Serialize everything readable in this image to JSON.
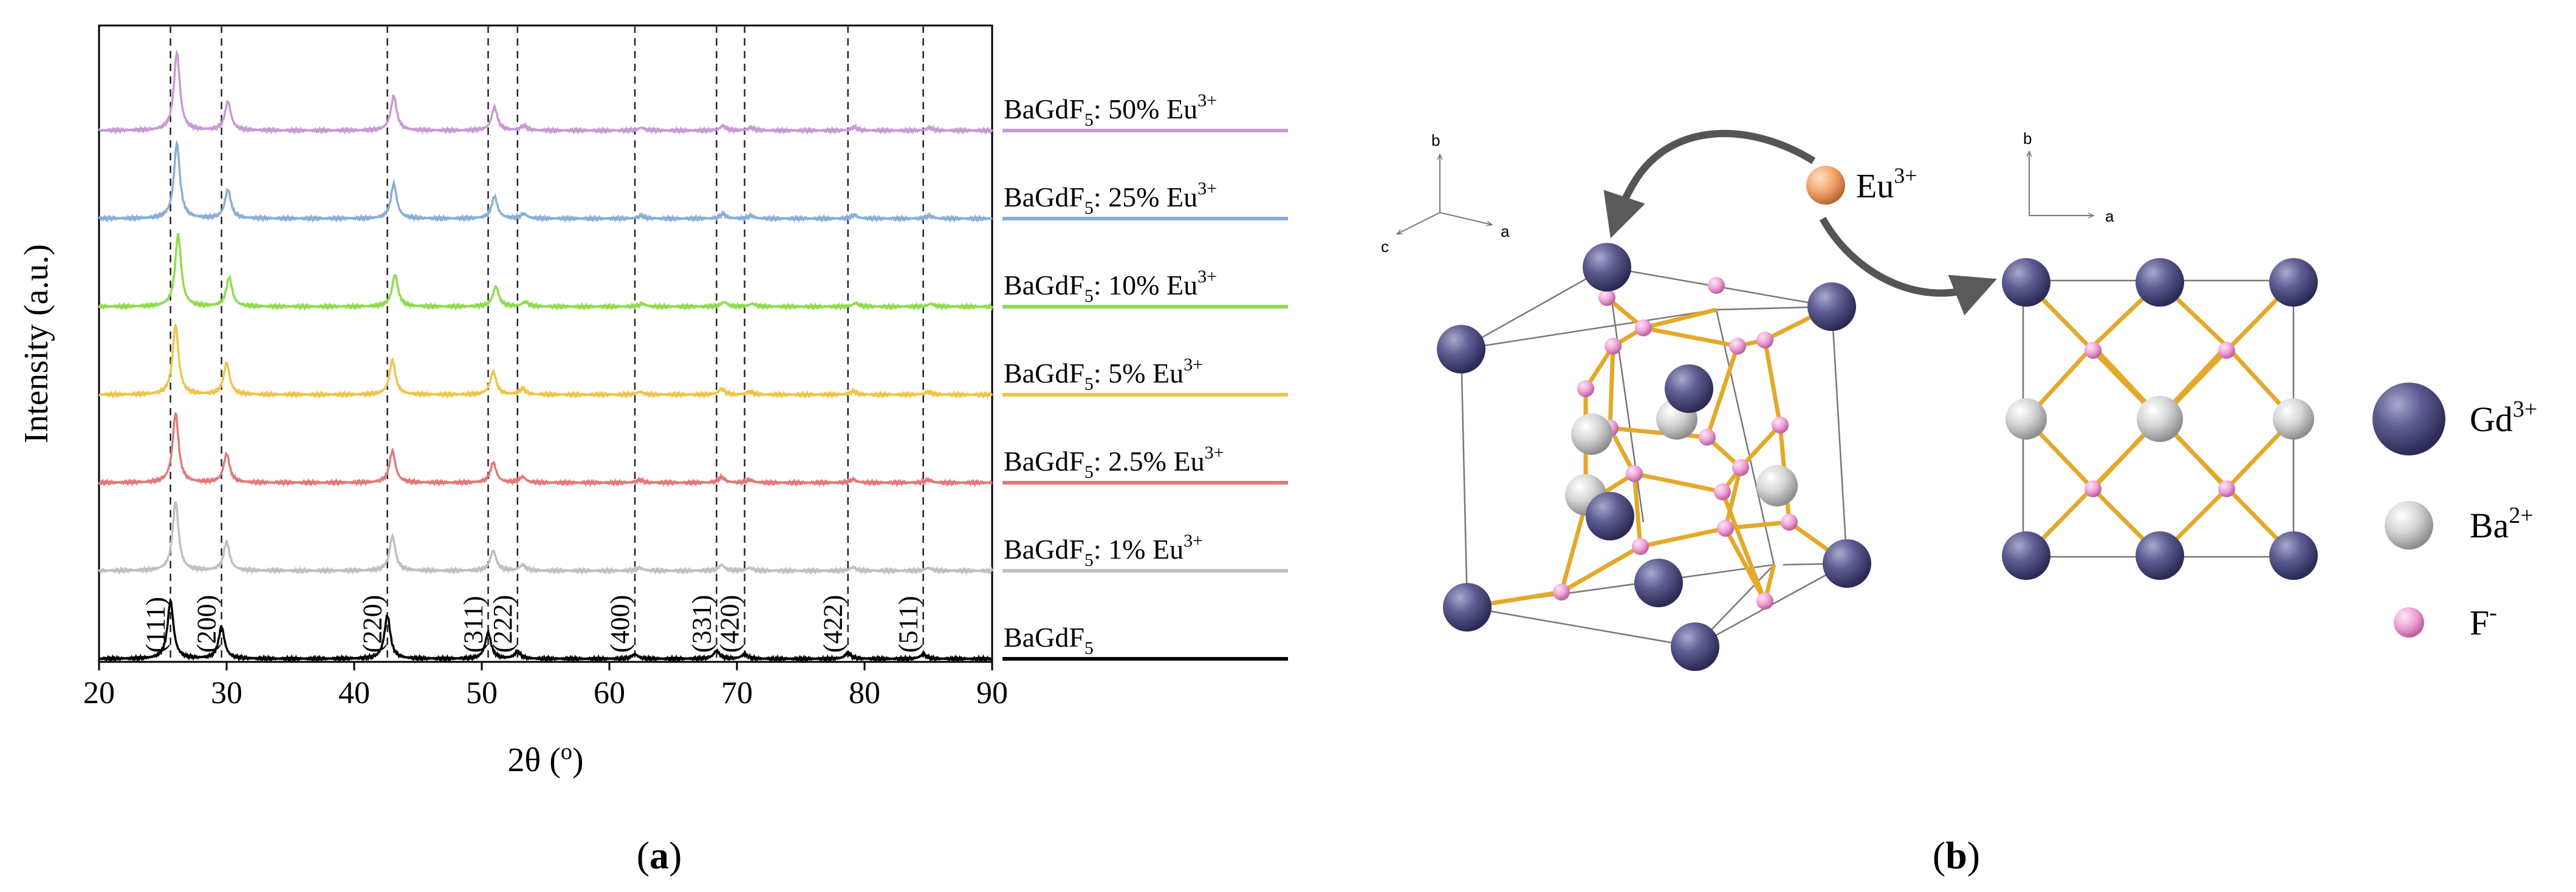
{
  "panel_labels": {
    "a": "(a)",
    "b": "(b)"
  },
  "chart_data": {
    "type": "line",
    "title": "",
    "xlabel": "2θ (o)",
    "ylabel": "Intensity (a.u.)",
    "xlim": [
      20,
      90
    ],
    "xticks": [
      20,
      30,
      40,
      50,
      60,
      70,
      80,
      90
    ],
    "yticks": [],
    "grid": false,
    "legend_position": "right",
    "reference_lines": [
      25.6,
      29.6,
      42.6,
      50.5,
      52.8,
      62.0,
      68.4,
      70.6,
      78.7,
      84.6
    ],
    "peak_labels": [
      {
        "label": "(111)",
        "x": 25.6
      },
      {
        "label": "(200)",
        "x": 29.6
      },
      {
        "label": "(220)",
        "x": 42.6
      },
      {
        "label": "(311)",
        "x": 50.5
      },
      {
        "label": "(222)",
        "x": 52.8
      },
      {
        "label": "(400)",
        "x": 62.0
      },
      {
        "label": "(331)",
        "x": 68.4
      },
      {
        "label": "(420)",
        "x": 70.6
      },
      {
        "label": "(422)",
        "x": 78.7
      },
      {
        "label": "(511)",
        "x": 84.6
      }
    ],
    "series": [
      {
        "name_main": "BaGdF",
        "name_sub": "5",
        "name_tail": "",
        "name_sup": "",
        "color": "#000000",
        "offset": 0,
        "shift": 0,
        "peaks": [
          {
            "x": 25.6,
            "h": 1.0
          },
          {
            "x": 29.6,
            "h": 0.55
          },
          {
            "x": 42.6,
            "h": 0.75
          },
          {
            "x": 50.5,
            "h": 0.45
          },
          {
            "x": 52.8,
            "h": 0.12
          },
          {
            "x": 62.0,
            "h": 0.08
          },
          {
            "x": 68.4,
            "h": 0.14
          },
          {
            "x": 70.6,
            "h": 0.08
          },
          {
            "x": 78.7,
            "h": 0.1
          },
          {
            "x": 84.6,
            "h": 0.08
          }
        ]
      },
      {
        "name_main": "BaGdF",
        "name_sub": "5",
        "name_tail": ": 1% Eu",
        "name_sup": "3+",
        "color": "#c0c0c0",
        "offset": 1,
        "shift": 0.4,
        "peaks": [
          {
            "x": 25.6,
            "h": 1.2
          },
          {
            "x": 29.6,
            "h": 0.5
          },
          {
            "x": 42.6,
            "h": 0.6
          },
          {
            "x": 50.5,
            "h": 0.35
          },
          {
            "x": 52.8,
            "h": 0.1
          },
          {
            "x": 62.0,
            "h": 0.05
          },
          {
            "x": 68.4,
            "h": 0.1
          },
          {
            "x": 70.6,
            "h": 0.05
          },
          {
            "x": 78.7,
            "h": 0.06
          },
          {
            "x": 84.6,
            "h": 0.05
          }
        ]
      },
      {
        "name_main": "BaGdF",
        "name_sub": "5",
        "name_tail": ": 2.5% Eu",
        "name_sup": "3+",
        "color": "#e07a7a",
        "offset": 2,
        "shift": 0.4,
        "peaks": [
          {
            "x": 25.6,
            "h": 1.2
          },
          {
            "x": 29.6,
            "h": 0.5
          },
          {
            "x": 42.6,
            "h": 0.55
          },
          {
            "x": 50.5,
            "h": 0.35
          },
          {
            "x": 52.8,
            "h": 0.1
          },
          {
            "x": 62.0,
            "h": 0.05
          },
          {
            "x": 68.4,
            "h": 0.1
          },
          {
            "x": 70.6,
            "h": 0.05
          },
          {
            "x": 78.7,
            "h": 0.06
          },
          {
            "x": 84.6,
            "h": 0.05
          }
        ]
      },
      {
        "name_main": "BaGdF",
        "name_sub": "5",
        "name_tail": ": 5% Eu",
        "name_sup": "3+",
        "color": "#efc44a",
        "offset": 3,
        "shift": 0.4,
        "peaks": [
          {
            "x": 25.6,
            "h": 1.2
          },
          {
            "x": 29.6,
            "h": 0.55
          },
          {
            "x": 42.6,
            "h": 0.6
          },
          {
            "x": 50.5,
            "h": 0.4
          },
          {
            "x": 52.8,
            "h": 0.1
          },
          {
            "x": 62.0,
            "h": 0.05
          },
          {
            "x": 68.4,
            "h": 0.1
          },
          {
            "x": 70.6,
            "h": 0.05
          },
          {
            "x": 78.7,
            "h": 0.06
          },
          {
            "x": 84.6,
            "h": 0.05
          }
        ]
      },
      {
        "name_main": "BaGdF",
        "name_sub": "5",
        "name_tail": ": 10% Eu",
        "name_sup": "3+",
        "color": "#8fdc4f",
        "offset": 4,
        "shift": 0.6,
        "peaks": [
          {
            "x": 25.6,
            "h": 1.25
          },
          {
            "x": 29.6,
            "h": 0.5
          },
          {
            "x": 42.6,
            "h": 0.55
          },
          {
            "x": 50.5,
            "h": 0.35
          },
          {
            "x": 52.8,
            "h": 0.08
          },
          {
            "x": 62.0,
            "h": 0.05
          },
          {
            "x": 68.4,
            "h": 0.08
          },
          {
            "x": 70.6,
            "h": 0.05
          },
          {
            "x": 78.7,
            "h": 0.06
          },
          {
            "x": 84.6,
            "h": 0.05
          }
        ]
      },
      {
        "name_main": "BaGdF",
        "name_sub": "5",
        "name_tail": ": 25% Eu",
        "name_sup": "3+",
        "color": "#8aaed6",
        "offset": 5,
        "shift": 0.5,
        "peaks": [
          {
            "x": 25.6,
            "h": 1.3
          },
          {
            "x": 29.6,
            "h": 0.5
          },
          {
            "x": 42.6,
            "h": 0.6
          },
          {
            "x": 50.5,
            "h": 0.38
          },
          {
            "x": 52.8,
            "h": 0.08
          },
          {
            "x": 62.0,
            "h": 0.05
          },
          {
            "x": 68.4,
            "h": 0.08
          },
          {
            "x": 70.6,
            "h": 0.05
          },
          {
            "x": 78.7,
            "h": 0.06
          },
          {
            "x": 84.6,
            "h": 0.05
          }
        ]
      },
      {
        "name_main": "BaGdF",
        "name_sub": "5",
        "name_tail": ": 50% Eu",
        "name_sup": "3+",
        "color": "#c79ad6",
        "offset": 6,
        "shift": 0.5,
        "peaks": [
          {
            "x": 25.6,
            "h": 1.35
          },
          {
            "x": 29.6,
            "h": 0.5
          },
          {
            "x": 42.6,
            "h": 0.6
          },
          {
            "x": 50.5,
            "h": 0.4
          },
          {
            "x": 52.8,
            "h": 0.08
          },
          {
            "x": 62.0,
            "h": 0.05
          },
          {
            "x": 68.4,
            "h": 0.08
          },
          {
            "x": 70.6,
            "h": 0.05
          },
          {
            "x": 78.7,
            "h": 0.06
          },
          {
            "x": 84.6,
            "h": 0.05
          }
        ]
      }
    ]
  },
  "structure": {
    "dopant_main": "Eu",
    "dopant_sup": "3+",
    "axis_labels": {
      "a": "a",
      "b": "b",
      "c": "c"
    },
    "legend": [
      {
        "main": "Gd",
        "sup": "3+",
        "color": "#5b5b8e"
      },
      {
        "main": "Ba",
        "sup": "2+",
        "color": "#d0d0d0"
      },
      {
        "main": "F",
        "sup": "-",
        "color": "#f2a8dc"
      }
    ],
    "colors": {
      "gd": "#5b5b8e",
      "ba": "#d0d0d0",
      "f": "#f2a8dc",
      "bond": "#e3a92a",
      "eu": "#f2a56a"
    }
  }
}
